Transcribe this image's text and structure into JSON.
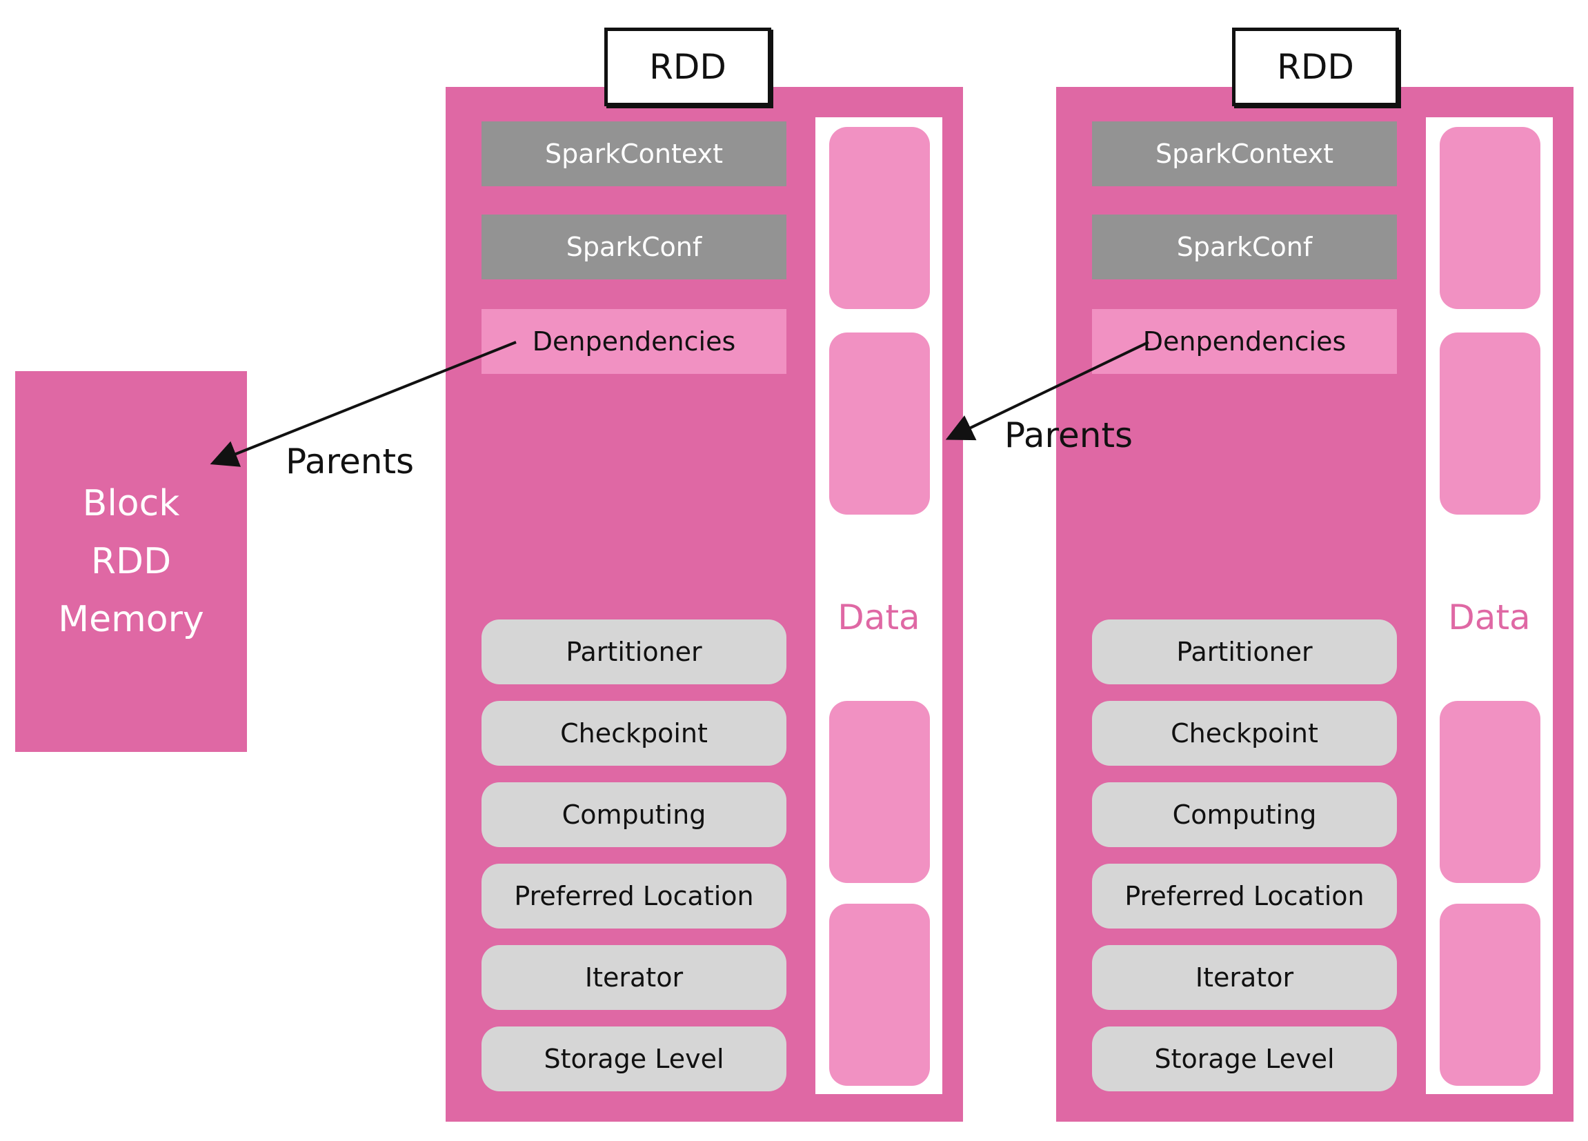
{
  "block_rdd": {
    "lines": [
      "Block",
      "RDD",
      "Memory"
    ]
  },
  "rdds": [
    {
      "label": "RDD",
      "fields": {
        "spark_context": "SparkContext",
        "spark_conf": "SparkConf",
        "dependencies": "Denpendencies",
        "partitioner": "Partitioner",
        "checkpoint": "Checkpoint",
        "computing": "Computing",
        "preferred_location": "Preferred Location",
        "iterator": "Iterator",
        "storage_level": "Storage Level"
      },
      "data_label": "Data"
    },
    {
      "label": "RDD",
      "fields": {
        "spark_context": "SparkContext",
        "spark_conf": "SparkConf",
        "dependencies": "Denpendencies",
        "partitioner": "Partitioner",
        "checkpoint": "Checkpoint",
        "computing": "Computing",
        "preferred_location": "Preferred Location",
        "iterator": "Iterator",
        "storage_level": "Storage Level"
      },
      "data_label": "Data"
    }
  ],
  "arrows": [
    {
      "label": "Parents"
    },
    {
      "label": "Parents"
    }
  ],
  "colors": {
    "rdd_fill": "#df68a4",
    "partition_fill": "#f191c2",
    "gray_field": "#939393",
    "pill_field": "#d6d6d6",
    "arrow": "#111111"
  }
}
